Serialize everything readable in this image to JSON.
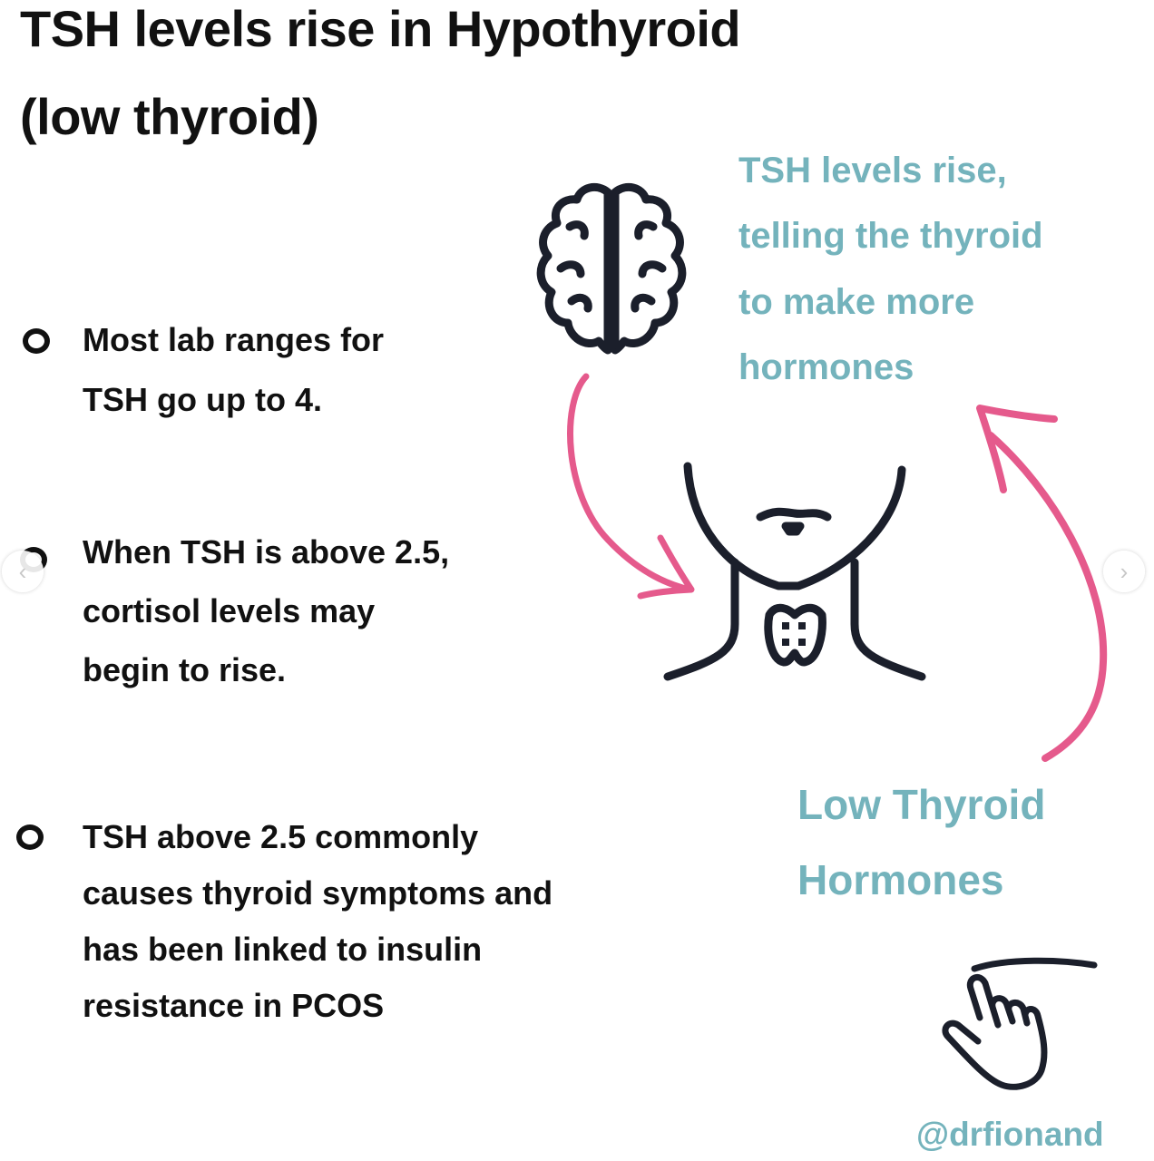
{
  "title": {
    "line1": "TSH levels rise in Hypothyroid",
    "line2": "(low thyroid)"
  },
  "bullets": [
    {
      "lines": [
        "Most lab ranges for",
        "TSH go up to 4."
      ]
    },
    {
      "lines": [
        "When TSH is above 2.5,",
        "cortisol levels may",
        "begin to rise."
      ]
    },
    {
      "lines": [
        "TSH above 2.5 commonly",
        "causes thyroid symptoms and",
        "has been linked to insulin",
        "resistance in PCOS"
      ]
    }
  ],
  "diagram": {
    "top_caption": [
      "TSH levels rise,",
      "telling the thyroid",
      "to make more",
      "hormones"
    ],
    "bottom_caption": [
      "Low Thyroid",
      "Hormones"
    ],
    "icons": [
      "brain-icon",
      "neck-thyroid-icon",
      "curved-arrow-down-icon",
      "curved-arrow-up-icon",
      "swipe-hand-icon"
    ]
  },
  "footer": {
    "handle": "@drfionand"
  },
  "carousel": {
    "prev_symbol": "‹",
    "next_symbol": "›"
  },
  "colors": {
    "teal": "#74b3bc",
    "pink": "#e55a8c",
    "ink": "#1b1f2b"
  }
}
